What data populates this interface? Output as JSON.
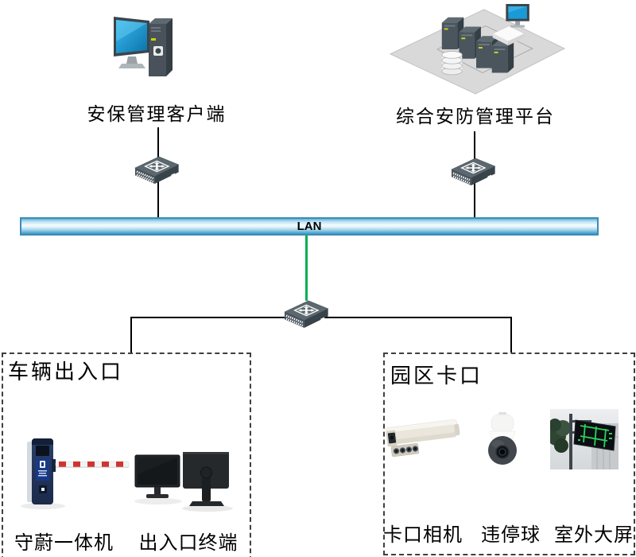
{
  "top_nodes": {
    "client": {
      "label": "安保管理客户端",
      "icon": "workstation-icon"
    },
    "platform": {
      "label": "综合安防管理平台",
      "icon": "server-platform-icon"
    }
  },
  "lan": {
    "label": "LAN"
  },
  "groups": {
    "vehicle_entrance": {
      "title": "车辆出入口",
      "devices": [
        {
          "label": "守蔚一体机",
          "icon": "barrier-gate-icon"
        },
        {
          "label": "出入口终端",
          "icon": "dual-monitor-terminal-icon"
        }
      ]
    },
    "park_checkpoint": {
      "title": "园区卡口",
      "devices": [
        {
          "label": "卡口相机",
          "icon": "checkpoint-bullet-camera-icon"
        },
        {
          "label": "违停球",
          "icon": "ptz-dome-camera-icon"
        },
        {
          "label": "室外大屏",
          "icon": "outdoor-led-screen-icon"
        }
      ]
    }
  },
  "colors": {
    "lan_bar_border": "#3e8cb4",
    "lan_bar_fill_top": "#5fb3d9",
    "lan_bar_fill_mid": "#f2fafd",
    "lan_bar_fill_bottom": "#3f98c4",
    "connector_black": "#000000",
    "uplink_green": "#00b050",
    "group_box_border": "#3f3f3f",
    "switch_body": "#49545c",
    "barrier_pillar_blue": "#20305a",
    "screen_blue": "#1a9ad6",
    "label_text": "#000000"
  }
}
